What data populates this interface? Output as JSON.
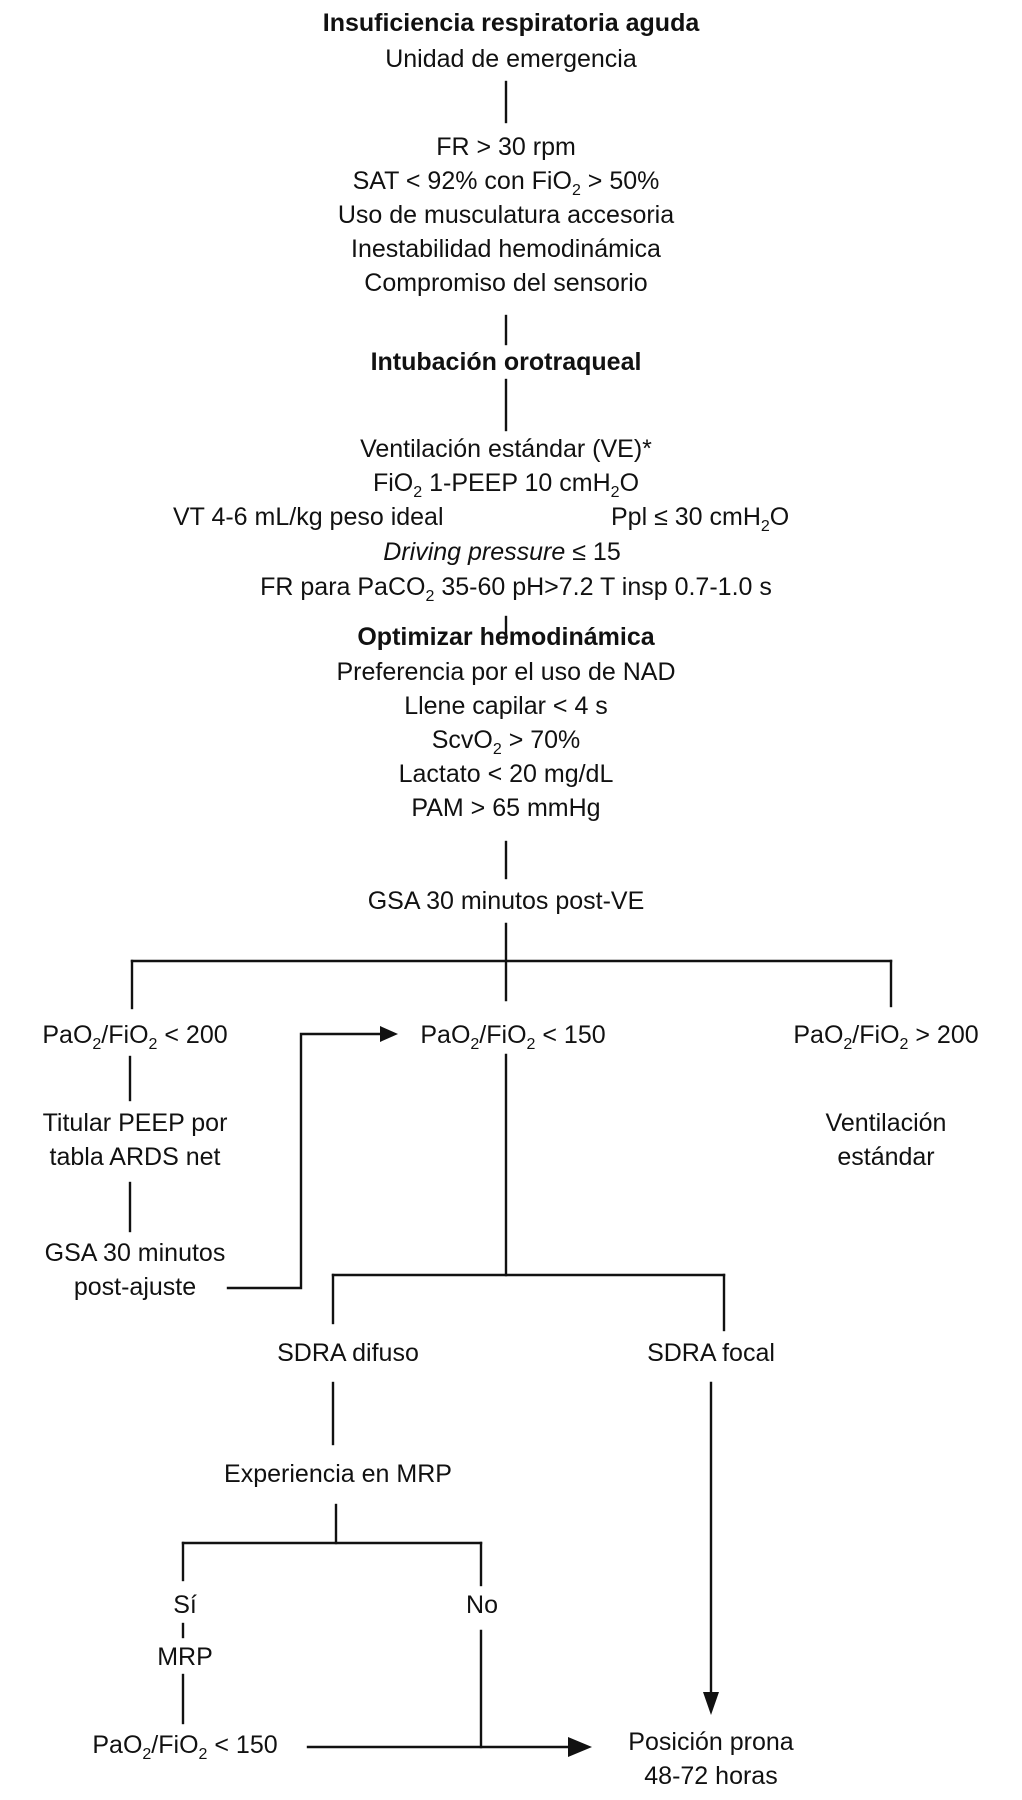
{
  "diagram": {
    "title": "Insuficiencia respiratoria aguda",
    "subtitle": "Unidad de emergencia",
    "criteria": [
      "FR > 30 rpm",
      "SAT < 92% con FiO2 > 50%",
      "Uso de musculatura accesoria",
      "Inestabilidad hemodinámica",
      "Compromiso del sensorio"
    ],
    "intubation": "Intubación orotraqueal",
    "ventilation": {
      "heading": "Ventilación estándar (VE)*",
      "fio2_peep": "FiO2 1-PEEP 10 cmH2O",
      "vt": "VT 4-6 mL/kg peso ideal",
      "ppl": "Ppl ≤ 30 cmH2O",
      "driving_label": "Driving pressure",
      "driving_value": "≤ 15",
      "fr": "FR para PaCO2 35-60 pH>7.2 T insp 0.7-1.0 s"
    },
    "hemodynamics": {
      "heading": "Optimizar hemodinámica",
      "items": [
        "Preferencia por el uso de NAD",
        "Llene capilar < 4 s",
        "ScvO2 > 70%",
        "Lactato < 20 mg/dL",
        "PAM > 65 mmHg"
      ]
    },
    "gsa_post_ve": "GSA 30 minutos post-VE",
    "branches": {
      "left": {
        "condition": "PaO2/FiO2 < 200",
        "action_line1": "Titular PEEP por",
        "action_line2": "tabla ARDS net",
        "gsa_line1": "GSA 30 minutos",
        "gsa_line2": "post-ajuste"
      },
      "middle": {
        "condition": "PaO2/FiO2 < 150",
        "diffuse": "SDRA difuso",
        "focal": "SDRA focal",
        "experience": "Experiencia en MRP",
        "yes": "Sí",
        "no": "No",
        "mrp": "MRP",
        "post_mrp_condition": "PaO2/FiO2 < 150"
      },
      "right": {
        "condition": "PaO2/FiO2 > 200",
        "action_line1": "Ventilación",
        "action_line2": "estándar"
      }
    },
    "outcome": {
      "line1": "Posición prona",
      "line2": "48-72 horas"
    }
  }
}
